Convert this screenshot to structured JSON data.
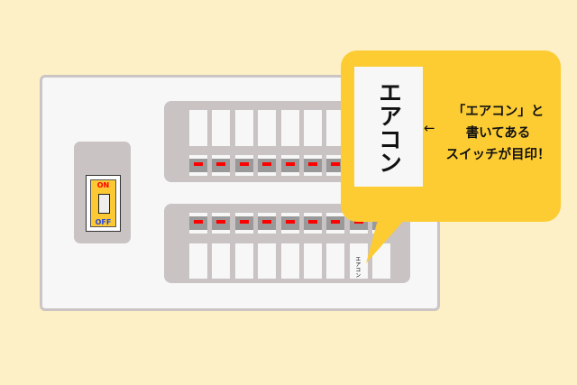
{
  "main_switch": {
    "on_label": "ON",
    "off_label": "OFF"
  },
  "breakers": {
    "columns": 9,
    "labeled_index": 7,
    "label": "エアコン"
  },
  "callout": {
    "big_label": "エアコン",
    "arrow": "←",
    "lines": [
      "「エアコン」と",
      "書いてある",
      "スイッチが目印！"
    ]
  },
  "colors": {
    "background": "#fdf0c6",
    "callout": "#fdcc33",
    "indicator": "#ff0000"
  }
}
